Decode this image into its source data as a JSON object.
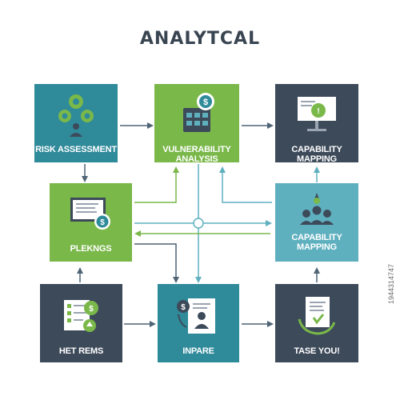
{
  "title": "ANALYTCAL",
  "colors": {
    "teal": "#2f8a9a",
    "green": "#7ab84a",
    "dark": "#3d4a5a",
    "lightTeal": "#5fb0bf",
    "arrow": "#4f6474"
  },
  "tiles": [
    {
      "label": "RISK ASSESSMENT",
      "color": "teal",
      "icon": "gears-people-icon"
    },
    {
      "label": "VULNERABILITY ANALYSIS",
      "color": "green",
      "icon": "calculator-dollar-icon"
    },
    {
      "label": "CAPABILITY MAPPING",
      "color": "dark",
      "icon": "presentation-board-icon"
    },
    {
      "label": "PLEKNGS",
      "color": "green",
      "icon": "monitor-dollar-icon"
    },
    {
      "label": "CAPABILITY MAPPING",
      "color": "lightTeal",
      "icon": "team-idea-icon"
    },
    {
      "label": "HET REMS",
      "color": "dark",
      "icon": "checklist-dollar-icon"
    },
    {
      "label": "INPARE",
      "color": "teal",
      "icon": "document-person-icon"
    },
    {
      "label": "TASE YOU!",
      "color": "dark",
      "icon": "document-hand-icon"
    }
  ],
  "watermark": "1944314747"
}
